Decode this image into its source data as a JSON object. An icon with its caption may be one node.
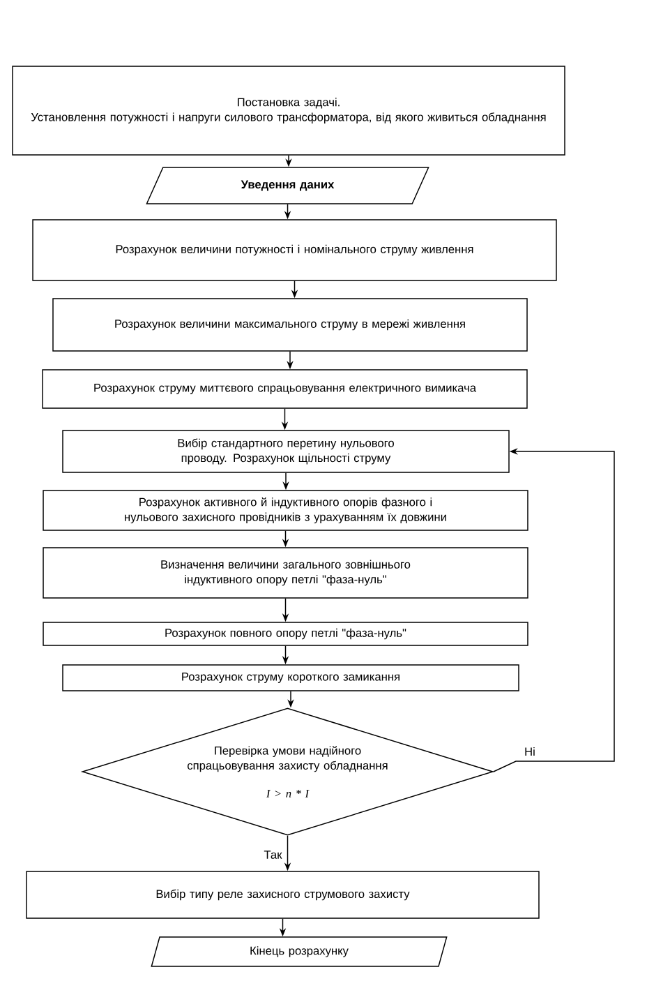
{
  "diagram": {
    "nodes": [
      {
        "text": [
          "Постановка задачі.",
          "Установлення потужності і напруги силового трансформатора, від якого живиться обладнання"
        ]
      },
      {
        "text": [
          "Уведення даних"
        ]
      },
      {
        "text": [
          "Розрахунок величини потужності і номінального струму живлення"
        ]
      },
      {
        "text": [
          "Розрахунок величини максимального струму в мережі живлення"
        ]
      },
      {
        "text": [
          "Розрахунок струму миттєвого спрацьовування електричного вимикача"
        ]
      },
      {
        "text": [
          "Вибір стандартного перетину нульового проводу. Розрахунок щільності струму"
        ]
      },
      {
        "text": [
          "Розрахунок активного й індуктивного опорів фазного і нульового захисного провідників з урахуванням їх довжини"
        ]
      },
      {
        "text": [
          "Визначення величини загального зовнішнього індуктивного опору петлі \"фаза-нуль\""
        ]
      },
      {
        "text": [
          "Розрахунок повного опору петлі \"фаза-нуль\""
        ]
      },
      {
        "text": [
          "Розрахунок струму короткого замикання"
        ]
      },
      {
        "text": [
          "Перевірка умови надійного спрацьовування захисту обладнання",
          "I > n * I"
        ]
      },
      {
        "text": [
          "Вибір типу реле захисного струмового захисту"
        ]
      },
      {
        "text": [
          "Кінець розрахунку"
        ]
      }
    ],
    "edges": [
      {
        "from": 0,
        "to": 1,
        "arrow": "to"
      },
      {
        "from": 1,
        "to": 2,
        "arrow": "to"
      },
      {
        "from": 2,
        "to": 3,
        "arrow": "to"
      },
      {
        "from": 3,
        "to": 4,
        "arrow": "to"
      },
      {
        "from": 4,
        "to": 5,
        "arrow": "to"
      },
      {
        "from": 5,
        "to": 6,
        "arrow": "to"
      },
      {
        "from": 6,
        "to": 7,
        "arrow": "to"
      },
      {
        "from": 7,
        "to": 8,
        "arrow": "to"
      },
      {
        "from": 8,
        "to": 9,
        "arrow": "to"
      },
      {
        "from": 9,
        "to": 10,
        "arrow": "to"
      },
      {
        "from": 10,
        "to": 11,
        "arrow": "to",
        "label": "Так"
      },
      {
        "from": 10,
        "to": 5,
        "arrow": "to",
        "label": "Ні"
      },
      {
        "from": 11,
        "to": 12,
        "arrow": "to"
      }
    ]
  }
}
